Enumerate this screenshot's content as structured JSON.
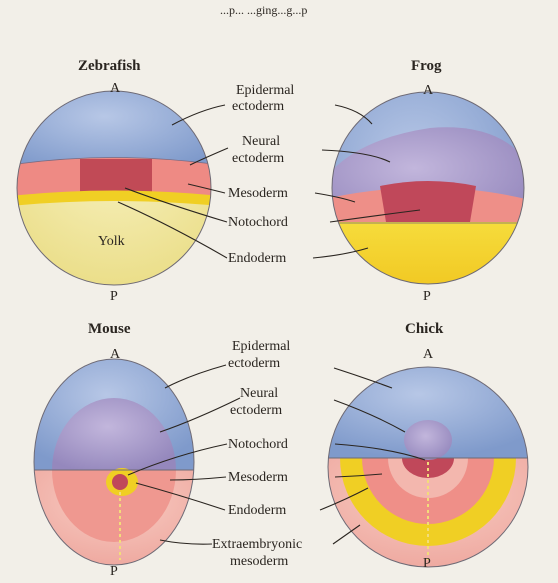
{
  "header_fragment": "...p... ...ging...g...p",
  "panels": {
    "zebrafish": {
      "title": "Zebrafish",
      "anterior": "A",
      "posterior": "P",
      "yolk": "Yolk"
    },
    "frog": {
      "title": "Frog",
      "anterior": "A",
      "posterior": "P"
    },
    "mouse": {
      "title": "Mouse",
      "anterior": "A",
      "posterior": "P"
    },
    "chick": {
      "title": "Chick",
      "anterior": "A",
      "posterior": "P"
    }
  },
  "top_labels": {
    "epidermal_1": "Epidermal",
    "epidermal_2": "ectoderm",
    "neural_1": "Neural",
    "neural_2": "ectoderm",
    "mesoderm": "Mesoderm",
    "notochord": "Notochord",
    "endoderm": "Endoderm"
  },
  "bottom_labels": {
    "epidermal_1": "Epidermal",
    "epidermal_2": "ectoderm",
    "neural_1": "Neural",
    "neural_2": "ectoderm",
    "notochord": "Notochord",
    "mesoderm": "Mesoderm",
    "endoderm": "Endoderm",
    "extraembryonic_1": "Extraembryonic",
    "extraembryonic_2": "mesoderm"
  },
  "colors": {
    "epidermal": "#8fa8d2",
    "neural": "#a89cc8",
    "mesoderm": "#ef8f8a",
    "notochord": "#b8404f",
    "endoderm": "#f2d12e",
    "yolk": "#f3ecaa",
    "extraembryonic": "#f3b8b0"
  }
}
